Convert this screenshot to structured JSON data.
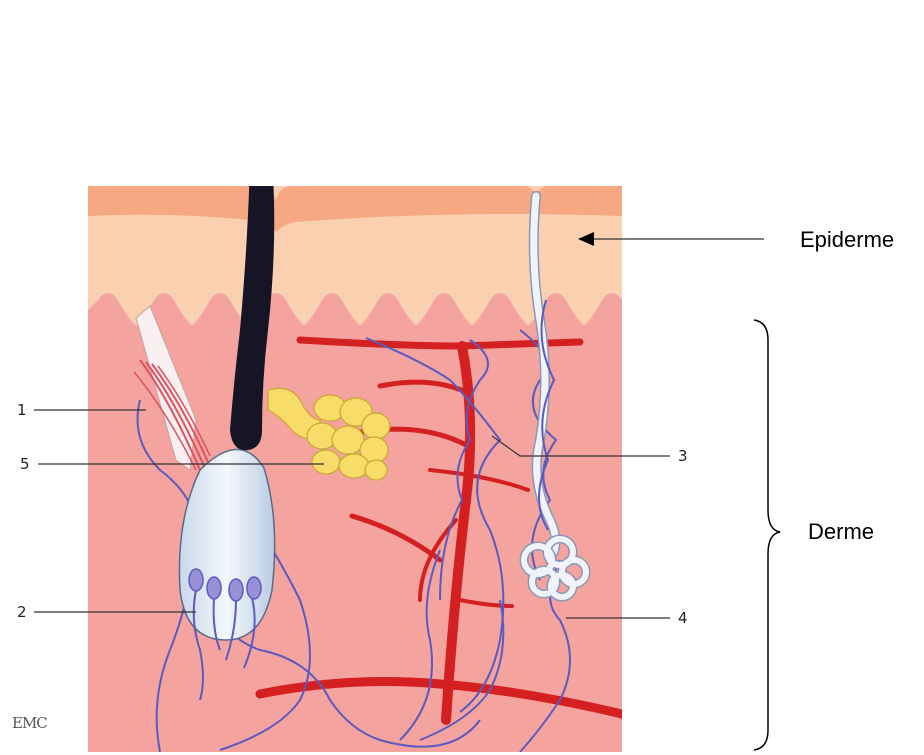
{
  "labels": {
    "epiderme": "Epiderme",
    "derme": "Derme",
    "n1": "1",
    "n2": "2",
    "n3": "3",
    "n4": "4",
    "n5": "5"
  },
  "logo": "EMC",
  "colors": {
    "epidermis_top": "#F5A882",
    "epidermis": "#FBD0B0",
    "dermis": "#F4A39E",
    "hair": "#151526",
    "hair_bulb": "#E6F0F8",
    "blood_vessel": "#D42020",
    "nerve": "#5A5AC0",
    "sebaceous_gland": "#F8DC6A",
    "sweat_gland": "#F0F4FA",
    "muscle": "#E05060",
    "leader_line": "#333333"
  }
}
